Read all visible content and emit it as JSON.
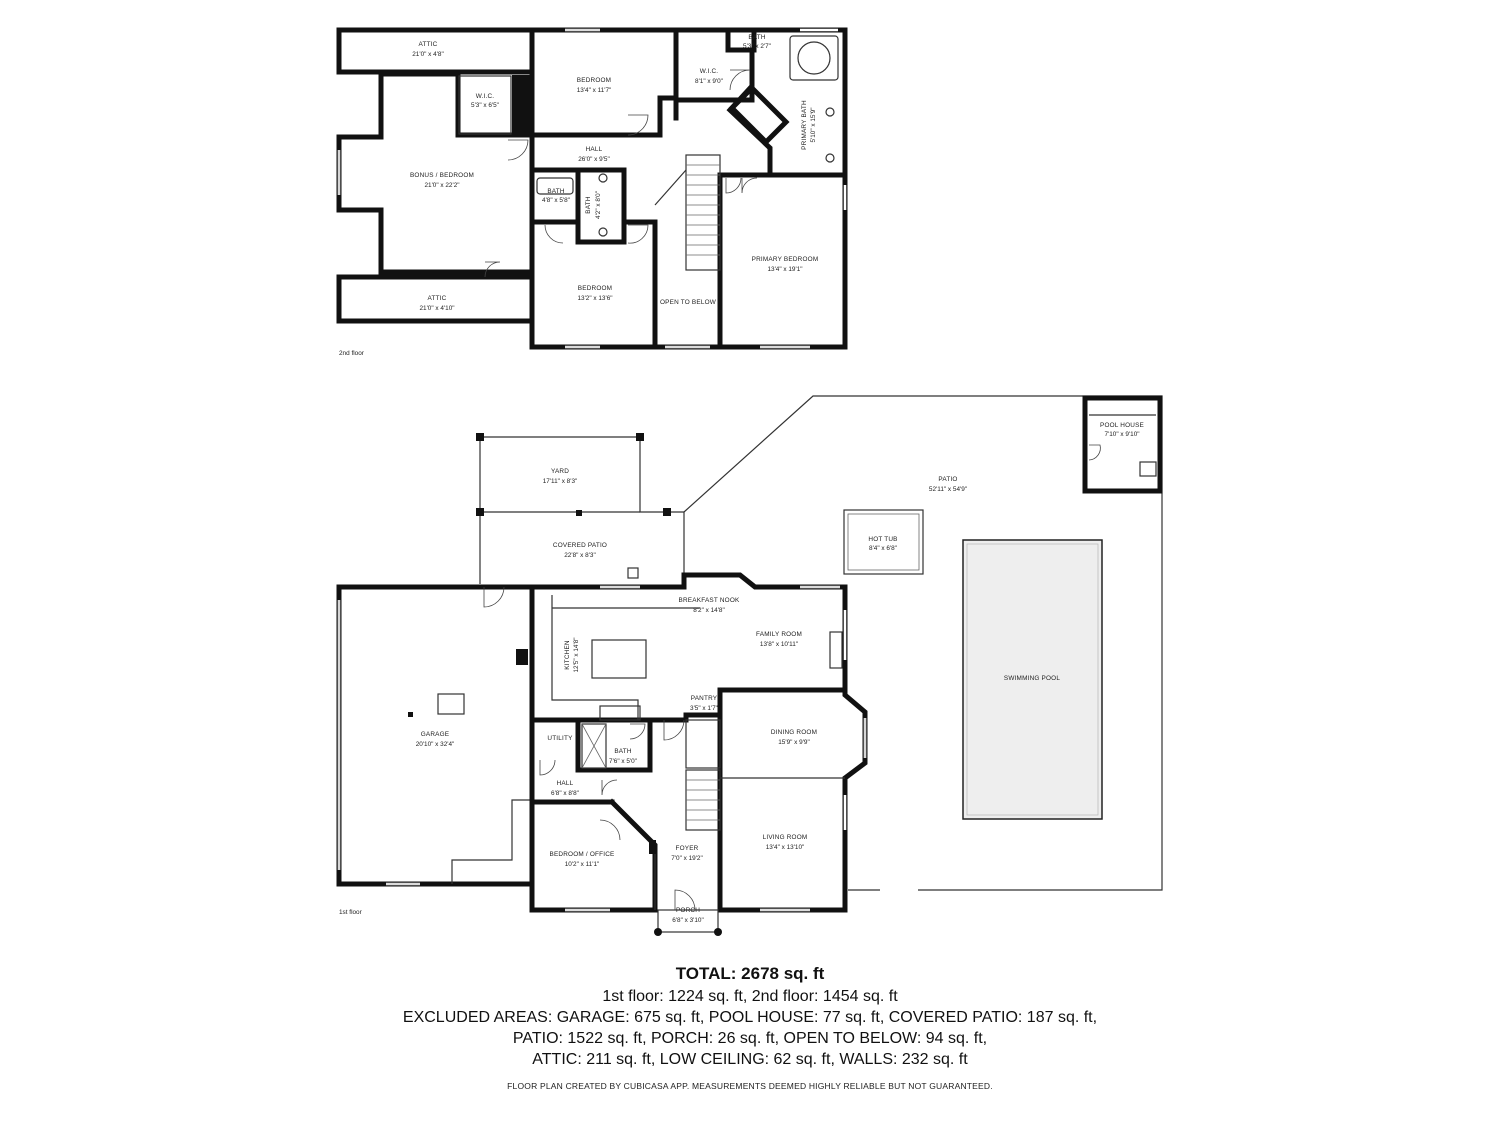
{
  "second_floor": {
    "label": "2nd floor",
    "rooms": {
      "attic_top": {
        "name": "ATTIC",
        "size": "21'0\" x 4'8\""
      },
      "wic_small": {
        "name": "W.I.C.",
        "size": "5'3\" x 6'5\""
      },
      "bonus": {
        "name": "BONUS / BEDROOM",
        "size": "21'0\" x 22'2\""
      },
      "attic_bottom": {
        "name": "ATTIC",
        "size": "21'0\" x 4'10\""
      },
      "bedroom_top": {
        "name": "BEDROOM",
        "size": "13'4\" x 11'7\""
      },
      "wic_primary": {
        "name": "W.I.C.",
        "size": "8'1\" x 9'0\""
      },
      "bath_top": {
        "name": "BATH",
        "size": "5'3\" x 2'7\""
      },
      "primary_bath": {
        "name": "PRIMARY BATH",
        "size": "5'10\" x 15'9\""
      },
      "hall": {
        "name": "HALL",
        "size": "26'0\" x 9'5\""
      },
      "bath_a": {
        "name": "BATH",
        "size": "4'8\" x 5'8\""
      },
      "bath_b": {
        "name": "BATH",
        "size": "4'2\" x 8'0\""
      },
      "bedroom_bottom": {
        "name": "BEDROOM",
        "size": "13'2\" x 13'6\""
      },
      "open_below": {
        "name": "OPEN TO BELOW"
      },
      "primary_bedroom": {
        "name": "PRIMARY BEDROOM",
        "size": "13'4\" x 19'1\""
      }
    }
  },
  "first_floor": {
    "label": "1st floor",
    "rooms": {
      "yard": {
        "name": "YARD",
        "size": "17'11\" x 8'3\""
      },
      "covered_patio": {
        "name": "COVERED PATIO",
        "size": "22'8\" x 8'3\""
      },
      "patio": {
        "name": "PATIO",
        "size": "52'11\" x 54'9\""
      },
      "pool_house": {
        "name": "POOL HOUSE",
        "size": "7'10\" x 9'10\""
      },
      "hot_tub": {
        "name": "HOT TUB",
        "size": "8'4\" x 6'8\""
      },
      "swimming_pool": {
        "name": "SWIMMING POOL"
      },
      "garage": {
        "name": "GARAGE",
        "size": "20'10\" x 32'4\""
      },
      "breakfast_nook": {
        "name": "BREAKFAST NOOK",
        "size": "8'2\" x 14'8\""
      },
      "kitchen": {
        "name": "KITCHEN",
        "size": "12'5\" x 14'8\""
      },
      "family_room": {
        "name": "FAMILY ROOM",
        "size": "13'8\" x 10'11\""
      },
      "pantry": {
        "name": "PANTRY",
        "size": "3'5\" x 1'7\""
      },
      "utility": {
        "name": "UTILITY"
      },
      "bath": {
        "name": "BATH",
        "size": "7'6\" x 5'0\""
      },
      "dining_room": {
        "name": "DINING ROOM",
        "size": "15'9\" x 9'9\""
      },
      "hall": {
        "name": "HALL",
        "size": "6'8\" x 8'8\""
      },
      "bedroom_office": {
        "name": "BEDROOM / OFFICE",
        "size": "10'2\" x 11'1\""
      },
      "foyer": {
        "name": "FOYER",
        "size": "7'0\" x 19'2\""
      },
      "living_room": {
        "name": "LIVING ROOM",
        "size": "13'4\" x 13'10\""
      },
      "porch": {
        "name": "PORCH",
        "size": "6'8\" x 3'10\""
      }
    }
  },
  "summary": {
    "total": "TOTAL: 2678 sq. ft",
    "lines": [
      "1st floor: 1224 sq. ft, 2nd floor: 1454 sq. ft",
      "EXCLUDED AREAS: GARAGE: 675 sq. ft, POOL HOUSE: 77 sq. ft, COVERED PATIO: 187 sq. ft,",
      "PATIO: 1522 sq. ft, PORCH: 26 sq. ft, OPEN TO BELOW: 94 sq. ft,",
      "ATTIC: 211 sq. ft, LOW CEILING: 62 sq. ft, WALLS: 232 sq. ft"
    ],
    "footer": "FLOOR PLAN CREATED BY CUBICASA APP. MEASUREMENTS DEEMED HIGHLY RELIABLE BUT NOT GUARANTEED."
  }
}
